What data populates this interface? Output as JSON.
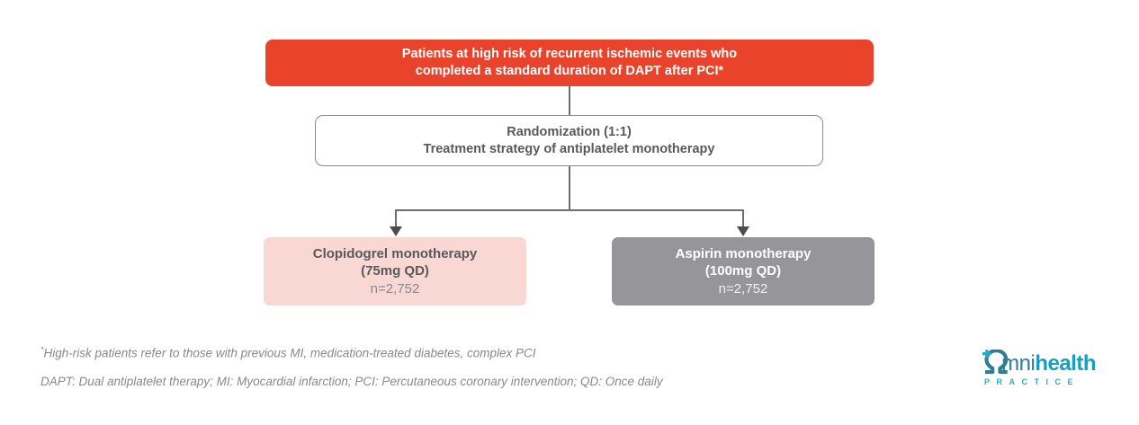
{
  "diagram": {
    "top_box": {
      "line1": "Patients at high risk of recurrent ischemic events who",
      "line2": "completed a standard duration of DAPT after PCI*",
      "bg": "#E9432B",
      "text_color": "#FFFFFF"
    },
    "randomization_box": {
      "line1": "Randomization (1:1)",
      "line2": "Treatment strategy of antiplatelet monotherapy",
      "border_color": "#8A8C8E",
      "text_color": "#59595C"
    },
    "left_arm_box": {
      "title": "Clopidogrel monotherapy",
      "dose": "(75mg QD)",
      "n": "n=2,752",
      "bg": "#F9D8D4"
    },
    "right_arm_box": {
      "title": "Aspirin monotherapy",
      "dose": "(100mg QD)",
      "n": "n=2,752",
      "bg": "#95959A"
    },
    "connector_color": "#6D6E71"
  },
  "footnotes": {
    "note1_marker": "*",
    "note1": "High-risk patients refer to those with previous MI, medication-treated diabetes, complex PCI",
    "note2": "DAPT: Dual antiplatelet therapy; MI: Myocardial infarction; PCI: Percutaneous coronary intervention; QD: Once daily"
  },
  "logo": {
    "word_part1": "mni",
    "word_part2": "health",
    "tagline": "PRACTICE",
    "teal": "#189EBE",
    "dark_teal": "#2F7E93"
  }
}
